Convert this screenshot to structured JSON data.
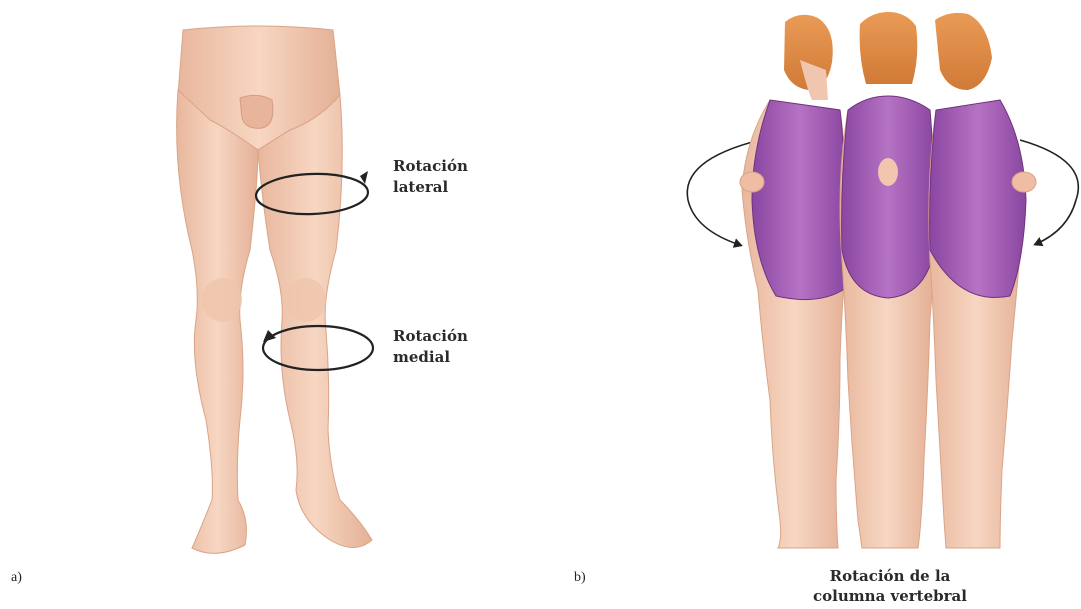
{
  "panel_a": {
    "letter": "a)",
    "label_lateral": [
      "Rotación",
      "lateral"
    ],
    "label_medial": [
      "Rotación",
      "medial"
    ]
  },
  "panel_b": {
    "letter": "b)",
    "caption": [
      "Rotación de la",
      "columna vertebral"
    ]
  },
  "colors": {
    "skin": "#f3cdb6",
    "skin_shadow": "#e2ab90",
    "swimsuit": "#a763b4",
    "swimsuit_dark": "#7f3e8e",
    "hair": "#e38e48",
    "arrow": "#222222"
  }
}
